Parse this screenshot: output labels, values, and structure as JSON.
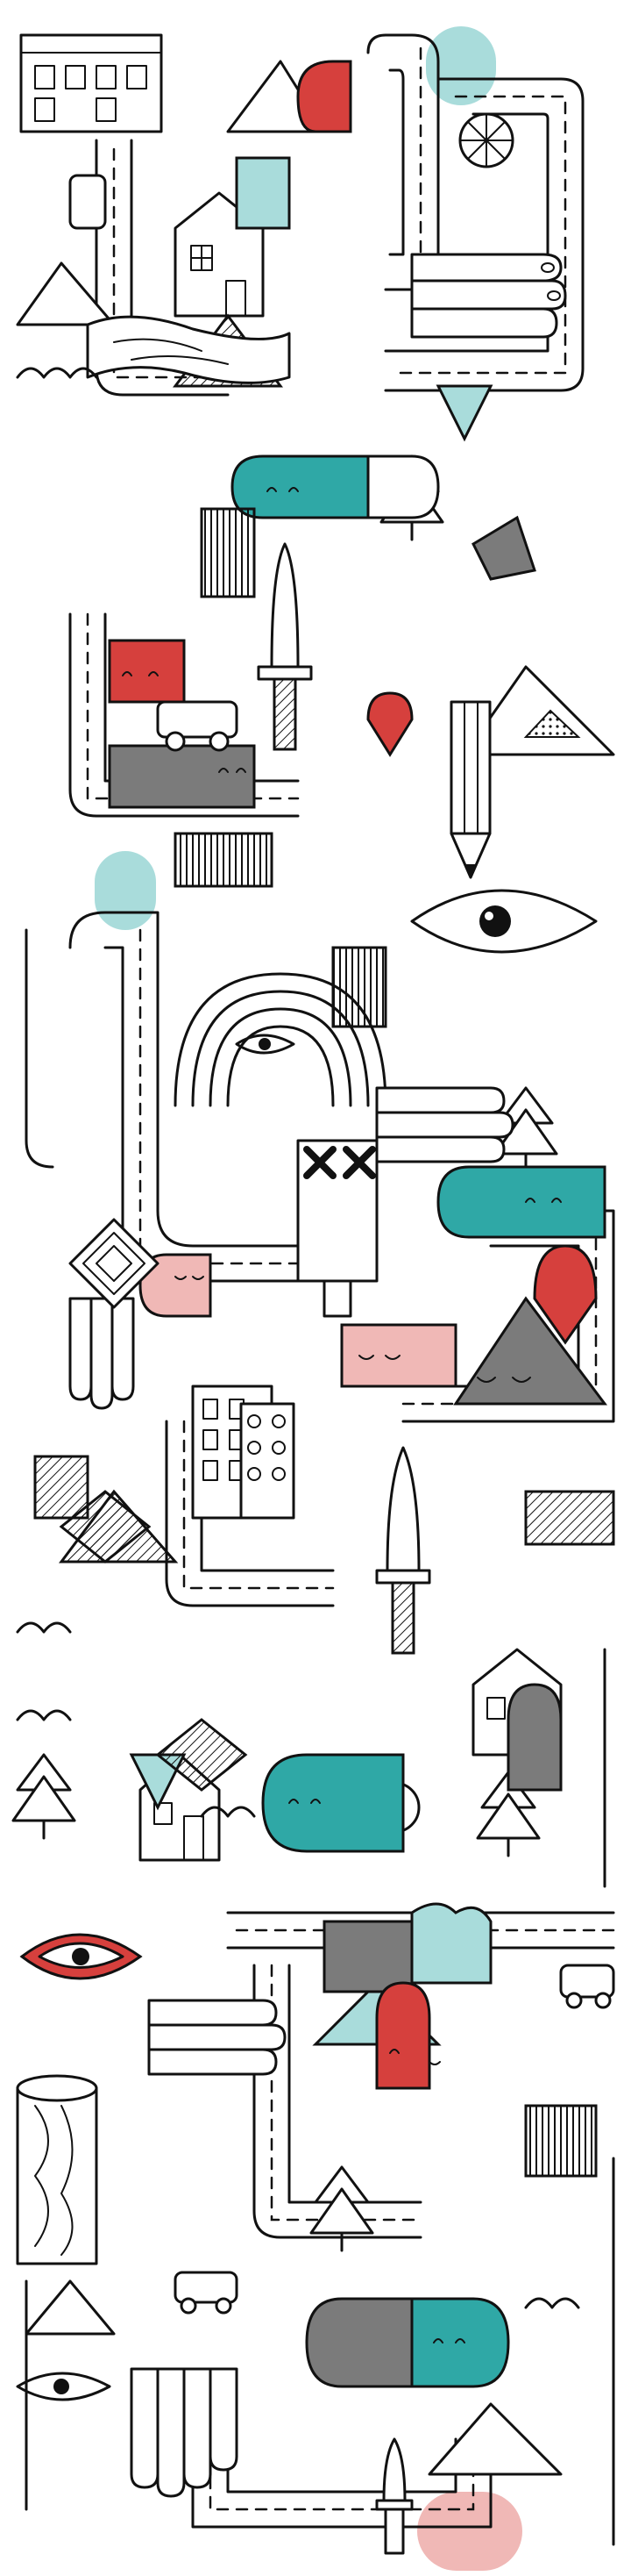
{
  "palette": {
    "ink": "#111111",
    "paper": "#ffffff",
    "teal": "#2fa8a6",
    "light_teal": "#a9dcdb",
    "red": "#d6403d",
    "grey": "#7b7b7b",
    "pink": "#f0b8b6"
  },
  "motifs": [
    "road",
    "house",
    "mountain",
    "tree",
    "pine-tree",
    "eye",
    "hand",
    "knife",
    "pencil",
    "car",
    "pill",
    "cloud",
    "sun",
    "bottle",
    "log",
    "face-closed-eyes"
  ]
}
